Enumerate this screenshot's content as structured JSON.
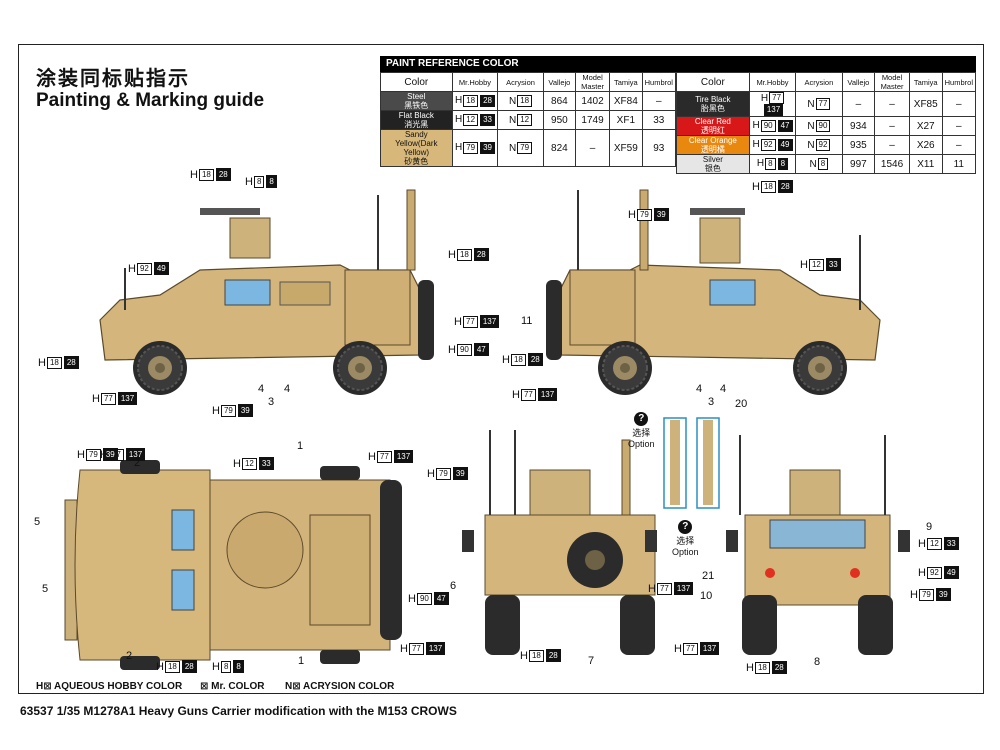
{
  "header": {
    "title_cn": "涂装同标贴指示",
    "title_en": "Painting & Marking guide"
  },
  "paint_table": {
    "title": "PAINT  REFERENCE COLOR",
    "columns": [
      "Color",
      "Mr.Hobby",
      "Acrysion",
      "Vallejo",
      "Model Master",
      "Tamiya",
      "Humbrol"
    ],
    "left_rows": [
      {
        "name": "Steel",
        "cn": "黑铁色",
        "swatch": "#4a4a4a",
        "text": "#fff",
        "hobby": "18",
        "mr": "28",
        "acry": "18",
        "vallejo": "864",
        "mm": "1402",
        "tamiya": "XF84",
        "humbrol": "–"
      },
      {
        "name": "Flat Black",
        "cn": "消光黑",
        "swatch": "#222222",
        "text": "#fff",
        "hobby": "12",
        "mr": "33",
        "acry": "12",
        "vallejo": "950",
        "mm": "1749",
        "tamiya": "XF1",
        "humbrol": "33"
      },
      {
        "name": "Sandy Yellow(Dark Yellow)",
        "cn": "砂黄色",
        "swatch": "#d8b87a",
        "text": "#111",
        "hobby": "79",
        "mr": "39",
        "acry": "79",
        "vallejo": "824",
        "mm": "–",
        "tamiya": "XF59",
        "humbrol": "93"
      }
    ],
    "right_rows": [
      {
        "name": "Tire Black",
        "cn": "胎黑色",
        "swatch": "#2a2a2a",
        "text": "#fff",
        "hobby": "77",
        "mr": "137",
        "acry": "77",
        "vallejo": "–",
        "mm": "–",
        "tamiya": "XF85",
        "humbrol": "–"
      },
      {
        "name": "Clear Red",
        "cn": "透明红",
        "swatch": "#d81818",
        "text": "#fff",
        "hobby": "90",
        "mr": "47",
        "acry": "90",
        "vallejo": "934",
        "mm": "–",
        "tamiya": "X27",
        "humbrol": "–"
      },
      {
        "name": "Clear Orange",
        "cn": "透明橘",
        "swatch": "#e8880e",
        "text": "#fff",
        "hobby": "92",
        "mr": "49",
        "acry": "92",
        "vallejo": "935",
        "mm": "–",
        "tamiya": "X26",
        "humbrol": "–"
      },
      {
        "name": "Silver",
        "cn": "银色",
        "swatch": "#e6e6e6",
        "text": "#111",
        "hobby": "8",
        "mr": "8",
        "acry": "8",
        "vallejo": "997",
        "mm": "1546",
        "tamiya": "X11",
        "humbrol": "11"
      }
    ]
  },
  "callouts": [
    {
      "h": "18",
      "m": "28"
    },
    {
      "h": "8",
      "m": "8"
    },
    {
      "h": "18",
      "m": "28"
    },
    {
      "h": "92",
      "m": "49"
    },
    {
      "h": "77",
      "m": "137"
    },
    {
      "h": "90",
      "m": "47"
    },
    {
      "h": "18",
      "m": "28"
    },
    {
      "h": "77",
      "m": "137"
    },
    {
      "h": "79",
      "m": "39"
    },
    {
      "h": "18",
      "m": "28"
    },
    {
      "h": "79",
      "m": "39"
    },
    {
      "h": "12",
      "m": "33"
    },
    {
      "h": "77",
      "m": "137"
    },
    {
      "h": "18",
      "m": "28"
    },
    {
      "h": "77",
      "m": "137"
    },
    {
      "h": "79",
      "m": "39"
    },
    {
      "h": "12",
      "m": "33"
    },
    {
      "h": "77",
      "m": "137"
    },
    {
      "h": "18",
      "m": "28"
    },
    {
      "h": "8",
      "m": "8"
    },
    {
      "h": "79",
      "m": "39"
    },
    {
      "h": "90",
      "m": "47"
    },
    {
      "h": "77",
      "m": "137"
    },
    {
      "h": "77",
      "m": "137"
    },
    {
      "h": "18",
      "m": "28"
    },
    {
      "h": "12",
      "m": "33"
    },
    {
      "h": "92",
      "m": "49"
    },
    {
      "h": "79",
      "m": "39"
    },
    {
      "h": "77",
      "m": "137"
    },
    {
      "h": "18",
      "m": "28"
    }
  ],
  "part_numbers": [
    "4",
    "3",
    "4",
    "11",
    "4",
    "3",
    "4",
    "20",
    "2",
    "1",
    "5",
    "5",
    "2",
    "1",
    "6",
    "7",
    "9",
    "21",
    "10",
    "8"
  ],
  "option": {
    "cn": "选择",
    "en": "Option"
  },
  "legend": {
    "hobby": "H⊠ AQUEOUS HOBBY COLOR",
    "mr": "⊠ Mr. COLOR",
    "acry": "N⊠ ACRYSION COLOR"
  },
  "footer": "63537 1/35 M1278A1 Heavy Guns Carrier modification with the M153 CROWS"
}
